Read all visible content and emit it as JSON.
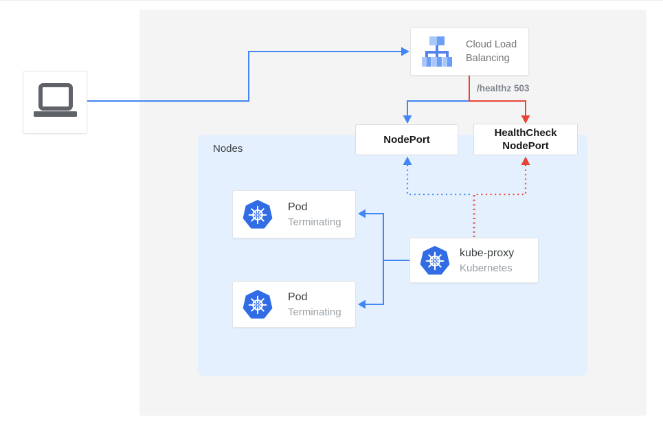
{
  "diagram": {
    "load_balancer": {
      "label": "Cloud Load Balancing"
    },
    "health_path_label": "/healthz 503",
    "nodeport": {
      "label": "NodePort"
    },
    "healthcheck_nodeport": {
      "label": "HealthCheck NodePort"
    },
    "nodes_group": {
      "label": "Nodes"
    },
    "pods": [
      {
        "title": "Pod",
        "subtitle": "Terminating"
      },
      {
        "title": "Pod",
        "subtitle": "Terminating"
      }
    ],
    "kube_proxy": {
      "title": "kube-proxy",
      "subtitle": "Kubernetes"
    }
  },
  "icons": {
    "client": "laptop-icon",
    "load_balancer": "load-balancer-icon",
    "pod": "kubernetes-icon",
    "kube_proxy": "kubernetes-icon"
  },
  "colors": {
    "traffic_blue": "#4285f4",
    "health_red": "#ea4335",
    "kubernetes_blue": "#326ce5",
    "nodes_bg": "#e4f0fd",
    "panel_bg": "#f4f4f5",
    "laptop_gray": "#5f6368"
  }
}
